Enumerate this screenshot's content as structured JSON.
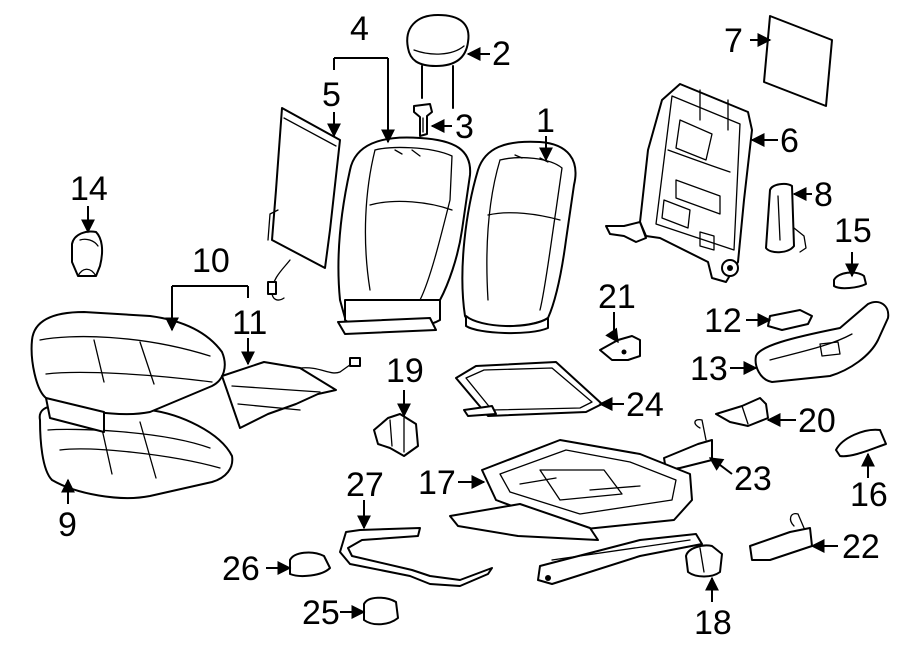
{
  "diagram": {
    "callouts": [
      {
        "id": "1",
        "label": "1"
      },
      {
        "id": "2",
        "label": "2"
      },
      {
        "id": "3",
        "label": "3"
      },
      {
        "id": "4",
        "label": "4"
      },
      {
        "id": "5",
        "label": "5"
      },
      {
        "id": "6",
        "label": "6"
      },
      {
        "id": "7",
        "label": "7"
      },
      {
        "id": "8",
        "label": "8"
      },
      {
        "id": "9",
        "label": "9"
      },
      {
        "id": "10",
        "label": "10"
      },
      {
        "id": "11",
        "label": "11"
      },
      {
        "id": "12",
        "label": "12"
      },
      {
        "id": "13",
        "label": "13"
      },
      {
        "id": "14",
        "label": "14"
      },
      {
        "id": "15",
        "label": "15"
      },
      {
        "id": "16",
        "label": "16"
      },
      {
        "id": "17",
        "label": "17"
      },
      {
        "id": "18",
        "label": "18"
      },
      {
        "id": "19",
        "label": "19"
      },
      {
        "id": "20",
        "label": "20"
      },
      {
        "id": "21",
        "label": "21"
      },
      {
        "id": "22",
        "label": "22"
      },
      {
        "id": "23",
        "label": "23"
      },
      {
        "id": "24",
        "label": "24"
      },
      {
        "id": "25",
        "label": "25"
      },
      {
        "id": "26",
        "label": "26"
      },
      {
        "id": "27",
        "label": "27"
      }
    ]
  }
}
